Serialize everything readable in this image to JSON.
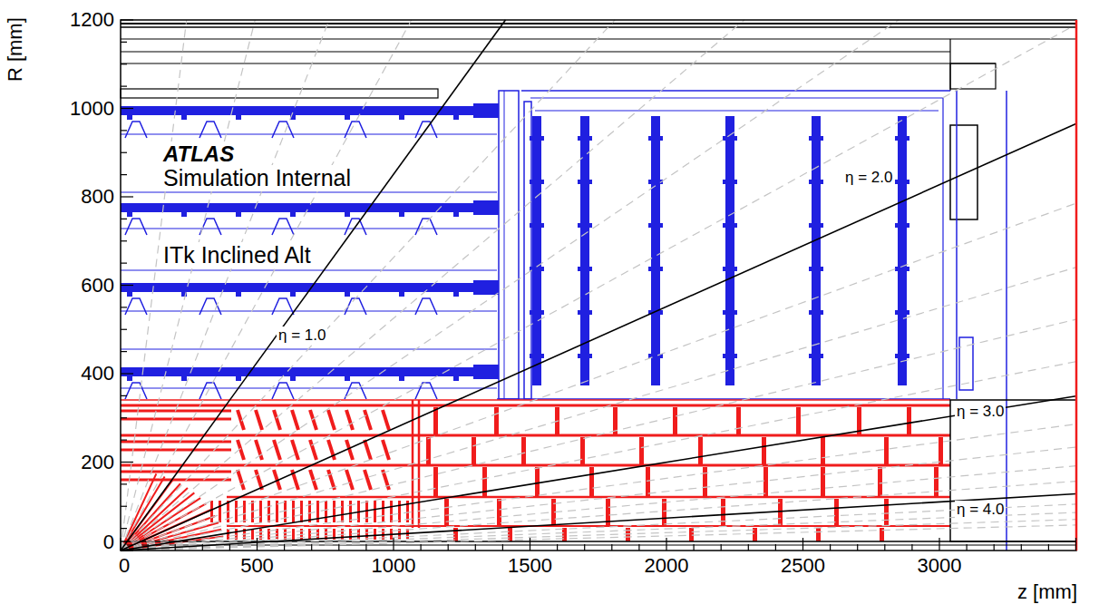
{
  "diagram": {
    "labels": [
      "R [mm]",
      "1200",
      "1000",
      "800",
      "600",
      "400",
      "200",
      "0",
      "0",
      "500",
      "1000",
      "1500",
      "2000",
      "2500",
      "3000",
      "z [mm]",
      "ATLAS",
      "Simulation Internal",
      "ITk Inclined Alt",
      "η = 1.0",
      "η = 2.0",
      "η = 3.0",
      "η = 4.0"
    ]
  }
}
